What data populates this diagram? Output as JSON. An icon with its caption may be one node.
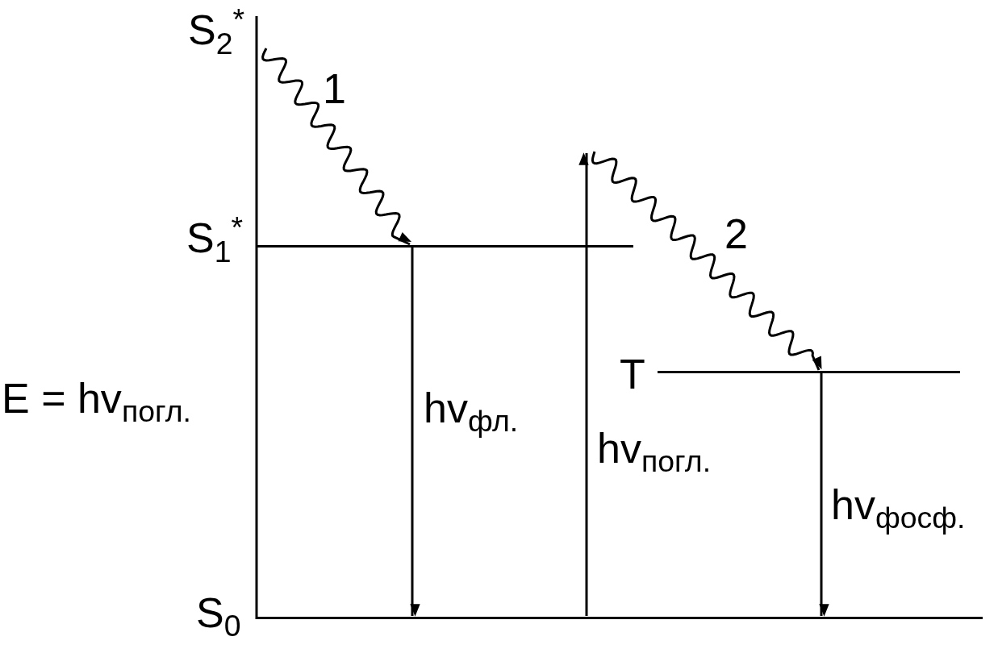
{
  "diagram": {
    "nodes": [
      {
        "text": [
          "S$_{2}$$^{*}$"
        ]
      },
      {
        "text": [
          "S$_{1}$$^{*}$"
        ]
      },
      {
        "text": [
          "T"
        ]
      },
      {
        "text": [
          "S$_{0}$"
        ]
      }
    ],
    "edges": [
      {
        "from": 0,
        "to": 1,
        "arrow": "to",
        "label": "1"
      },
      {
        "from": 1,
        "to": 3,
        "arrow": "to",
        "label": "hv$_{фл.}$"
      },
      {
        "from": 3,
        "to": null,
        "arrow": "to",
        "label": "hv$_{погл.}$"
      },
      {
        "from": null,
        "to": 2,
        "arrow": "to",
        "label": "2"
      },
      {
        "from": 2,
        "to": 3,
        "arrow": "to",
        "label": "hv$_{фосф.}$"
      }
    ],
    "labels": [
      "E = hv$_{погл.}$"
    ]
  }
}
